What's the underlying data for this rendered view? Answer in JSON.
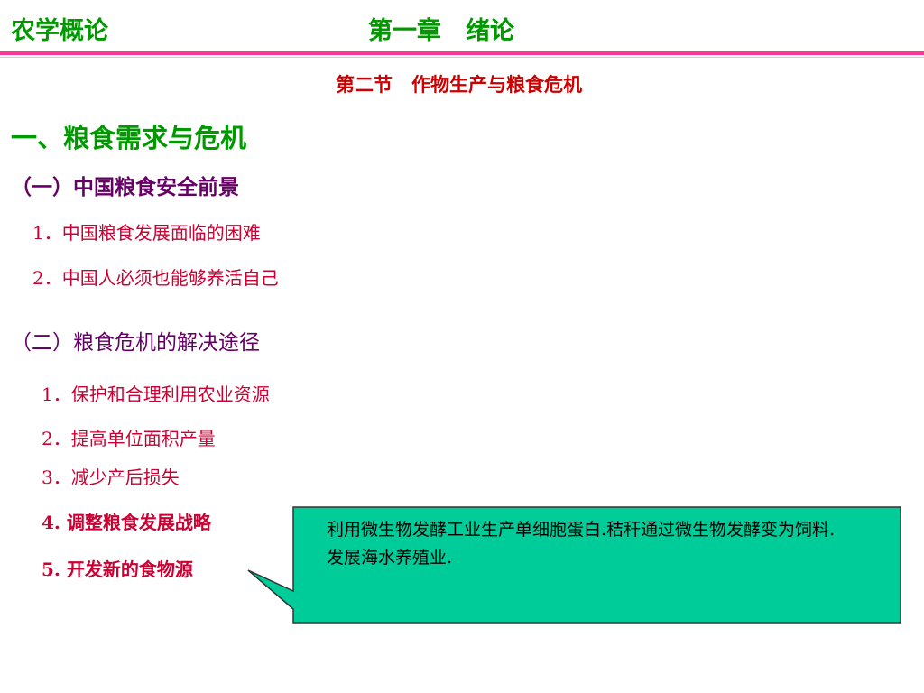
{
  "header": {
    "course": "农学概论",
    "chapter": "第一章　绪论"
  },
  "section": {
    "title": "第二节　作物生产与粮食危机"
  },
  "outline": {
    "heading": "一、粮食需求与危机",
    "part1": {
      "heading": "（一）中国粮食安全前景",
      "items": [
        "1．中国粮食发展面临的困难",
        "2．中国人必须也能够养活自己"
      ]
    },
    "part2": {
      "heading": "（二）粮食危机的解决途径",
      "items": [
        "1．保护和合理利用农业资源",
        "2．提高单位面积产量",
        "3．减少产后损失",
        "4.  调整粮食发展战略",
        "5.  开发新的食物源"
      ]
    }
  },
  "callout": {
    "line1": "利用微生物发酵工业生产单细胞蛋白.秸秆通过微生物发酵变为饲料.",
    "line2": "发展海水养殖业.",
    "fill_color": "#00cc99",
    "border_color": "#333333"
  },
  "colors": {
    "green": "#009900",
    "pink_rule": "#ff3399",
    "red": "#cc0000",
    "purple": "#660066",
    "crimson": "#cc0033"
  }
}
